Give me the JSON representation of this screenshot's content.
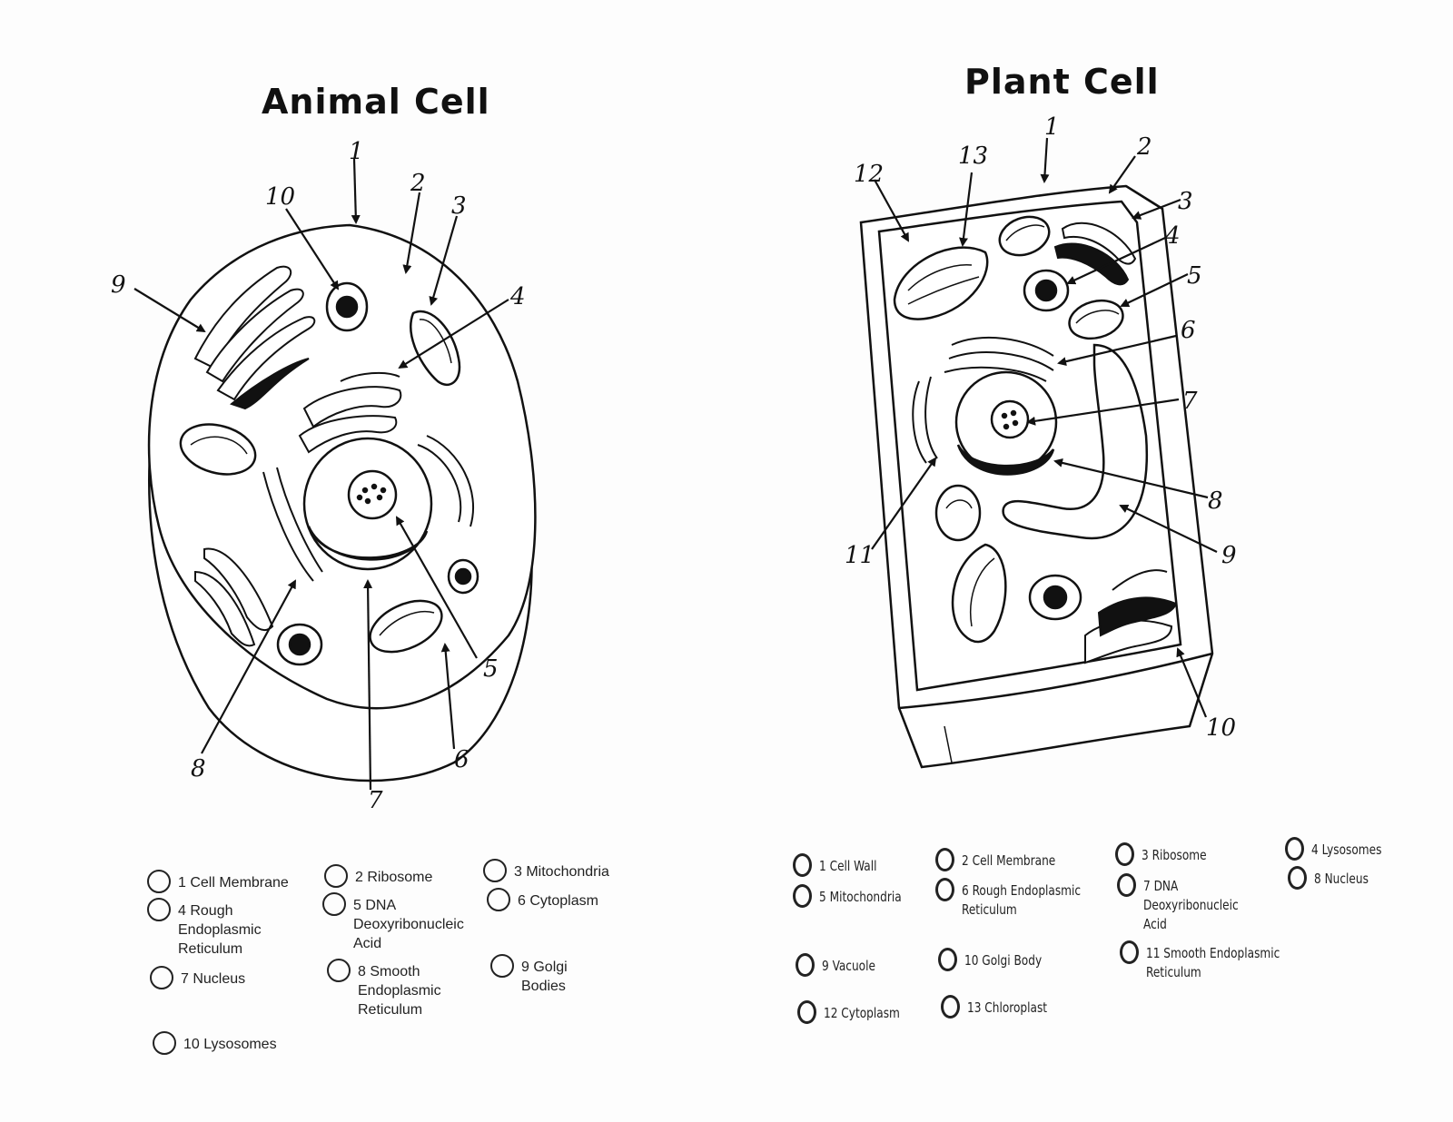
{
  "animal": {
    "title": "Animal Cell",
    "labels": [
      "1",
      "2",
      "3",
      "4",
      "5",
      "6",
      "7",
      "8",
      "9",
      "10"
    ],
    "key": [
      "1 Cell Membrane",
      "2 Ribosome",
      "3 Mitochondria",
      "4 Rough\nEndoplasmic\nReticulum",
      "5 DNA\nDeoxyribonucleic\nAcid",
      "6 Cytoplasm",
      "7 Nucleus",
      "8 Smooth\nEndoplasmic\nReticulum",
      "9 Golgi\nBodies",
      "10 Lysosomes"
    ]
  },
  "plant": {
    "title": "Plant Cell",
    "labels": [
      "1",
      "2",
      "3",
      "4",
      "5",
      "6",
      "7",
      "8",
      "9",
      "10",
      "11",
      "12",
      "13"
    ],
    "key": [
      "1 Cell Wall",
      "2 Cell Membrane",
      "3 Ribosome",
      "4 Lysosomes",
      "5 Mitochondria",
      "6 Rough Endoplasmic\nReticulum",
      "7 DNA\nDeoxyribonucleic\nAcid",
      "8 Nucleus",
      "9 Vacuole",
      "10 Golgi Body",
      "11 Smooth Endoplasmic\nReticulum",
      "12 Cytoplasm",
      "13 Chloroplast"
    ]
  }
}
